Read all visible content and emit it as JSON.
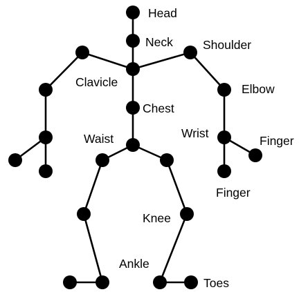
{
  "diagram": {
    "labels": {
      "head": "Head",
      "neck": "Neck",
      "shoulder": "Shoulder",
      "clavicle": "Clavicle",
      "elbow": "Elbow",
      "chest": "Chest",
      "wrist": "Wrist",
      "finger_side": "Finger",
      "waist": "Waist",
      "finger_below": "Finger",
      "knee": "Knee",
      "ankle": "Ankle",
      "toes": "Toes"
    },
    "colors": {
      "stroke": "#000000",
      "joint": "#000000",
      "background": "#ffffff"
    }
  }
}
